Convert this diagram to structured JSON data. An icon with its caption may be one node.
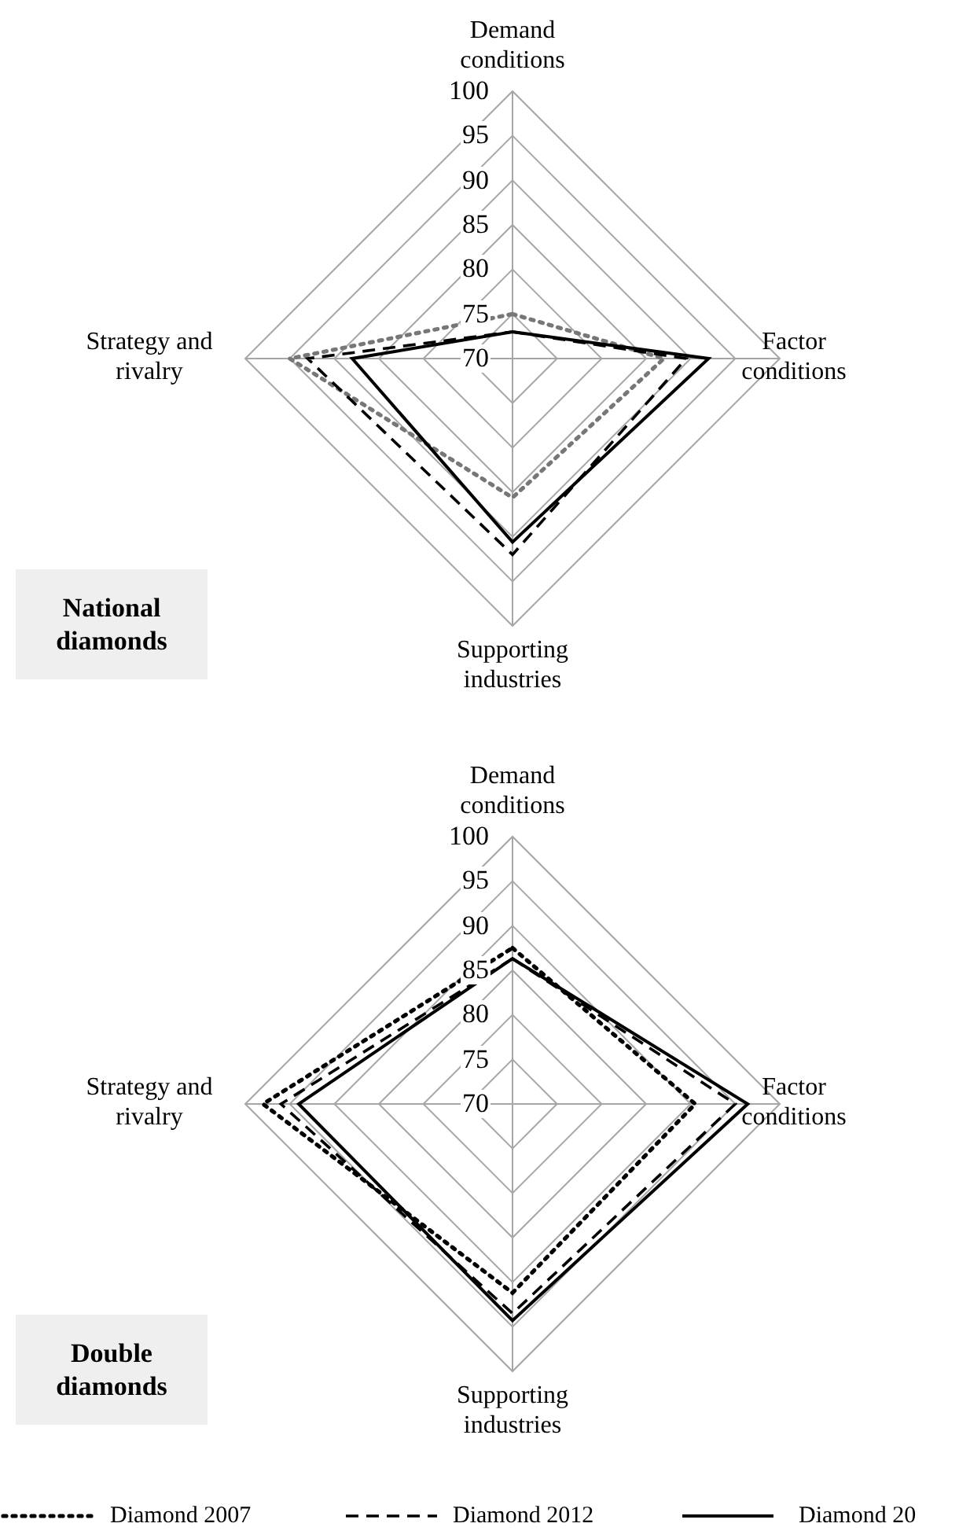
{
  "diagram": {
    "labels": [
      "Demand conditions",
      "100",
      "95",
      "90",
      "85",
      "80",
      "75",
      "70",
      "Strategy and rivalry",
      "Factor conditions",
      "National diamonds",
      "Supporting industries",
      "Demand conditions",
      "100",
      "95",
      "90",
      "85",
      "80",
      "75",
      "70",
      "Strategy and rivalry",
      "Factor conditions",
      "Double diamonds",
      "Supporting industries"
    ],
    "legend": [
      {
        "text": "Diamond 2007"
      },
      {
        "text": "Diamond 2012"
      },
      {
        "text": "Diamond 20"
      }
    ]
  }
}
